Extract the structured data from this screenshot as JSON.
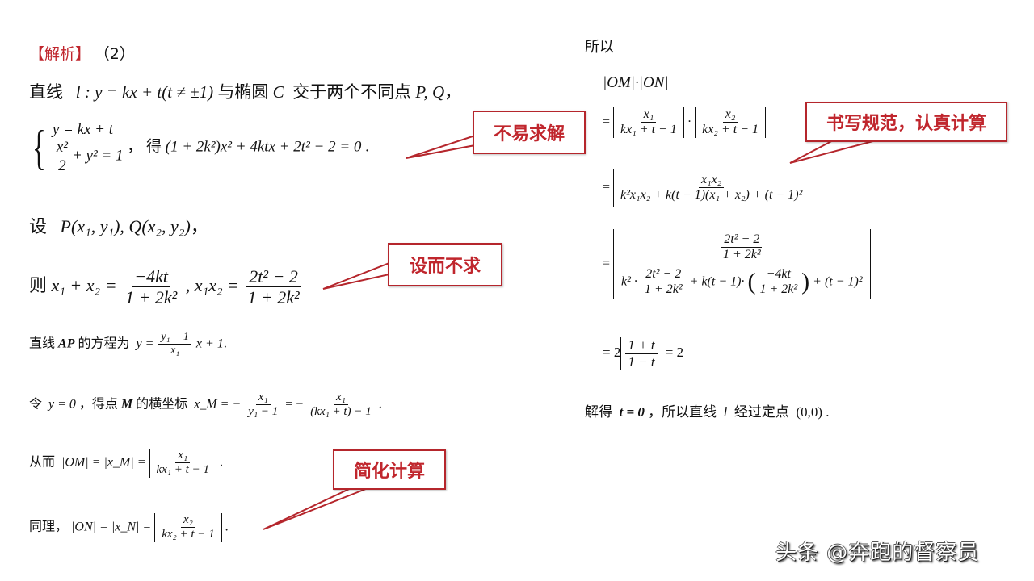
{
  "left": {
    "heading_bracket": "【解析】",
    "heading_part": "（2）",
    "line1": {
      "prefix": "直线",
      "eq": "l : y = kx + t(t ≠ ±1)",
      "suffix": "与椭圆",
      "ellipse": "C",
      "tail": "交于两个不同点",
      "points": "P, Q",
      "end": "，"
    },
    "system": {
      "eq1": "y = kx + t",
      "eq2_num": "x²",
      "eq2_den": "2",
      "eq2_rest": "+ y² = 1",
      "comma": "，",
      "yield": "得",
      "result": "(1 + 2k²)x² + 4ktx + 2t² − 2 = 0",
      "end": "."
    },
    "set_points": {
      "prefix": "设",
      "expr": "P(x₁, y₁), Q(x₂, y₂)",
      "end": "，"
    },
    "vieta": {
      "prefix": "则",
      "lhs1": "x₁ + x₂ =",
      "num1": "−4kt",
      "den1": "1 + 2k²",
      "lhs2": ", x₁x₂ =",
      "num2": "2t² − 2",
      "den2": "1 + 2k²"
    },
    "line_ap": {
      "prefix": "直线",
      "name": "AP",
      "mid": "的方程为",
      "lhs": "y =",
      "num": "y₁ − 1",
      "den": "x₁",
      "rhs": "x + 1",
      "end": "."
    },
    "point_m": {
      "prefix": "令",
      "cond": "y = 0",
      "comma": "，得点",
      "name": "M",
      "mid": "的横坐标",
      "lhs": "x_M = −",
      "num1": "x₁",
      "den1": "y₁ − 1",
      "eq2": "= −",
      "num2": "x₁",
      "den2": "(kx₁ + t) − 1",
      "end": "."
    },
    "om": {
      "prefix": "从而",
      "lhs": "|OM| = |x_M| =",
      "num": "x₁",
      "den": "kx₁ + t − 1",
      "end": "."
    },
    "on": {
      "prefix": "同理，",
      "lhs": "|ON| = |x_N| =",
      "num": "x₂",
      "den": "kx₂ + t − 1",
      "end": "."
    }
  },
  "right": {
    "so": "所以",
    "product": "|OM|·|ON|",
    "step1": {
      "eq": "=",
      "num1": "x₁",
      "den1": "kx₁ + t − 1",
      "dot": "·",
      "num2": "x₂",
      "den2": "kx₂ + t − 1"
    },
    "step2": {
      "eq": "=",
      "num": "x₁x₂",
      "den": "k²x₁x₂ + k(t − 1)(x₁ + x₂) + (t − 1)²"
    },
    "step3": {
      "eq": "=",
      "top_num": "2t² − 2",
      "top_den": "1 + 2k²",
      "b_k2": "k² ·",
      "b_num1": "2t² − 2",
      "b_den1": "1 + 2k²",
      "b_mid": "+ k(t − 1)·",
      "b_num2": "−4kt",
      "b_den2": "1 + 2k²",
      "b_end": "+ (t − 1)²"
    },
    "step4": {
      "eq": "= 2",
      "num": "1 + t",
      "den": "1 − t",
      "result": "= 2"
    },
    "conclusion": {
      "prefix": "解得",
      "cond": "t = 0",
      "mid": "，所以直线",
      "line": "l",
      "tail": "经过定点",
      "point": "(0,0)",
      "end": "."
    }
  },
  "callouts": [
    {
      "id": "hard-to-solve",
      "label": "不易求解"
    },
    {
      "id": "set-not-solve",
      "label": "设而不求"
    },
    {
      "id": "simplify-calc",
      "label": "简化计算"
    },
    {
      "id": "write-carefully",
      "label": "书写规范，认真计算"
    }
  ],
  "colors": {
    "accent_red": "#c0262d",
    "callout_border": "#b5262c"
  },
  "watermark": "头条 @奔跑的督察员"
}
